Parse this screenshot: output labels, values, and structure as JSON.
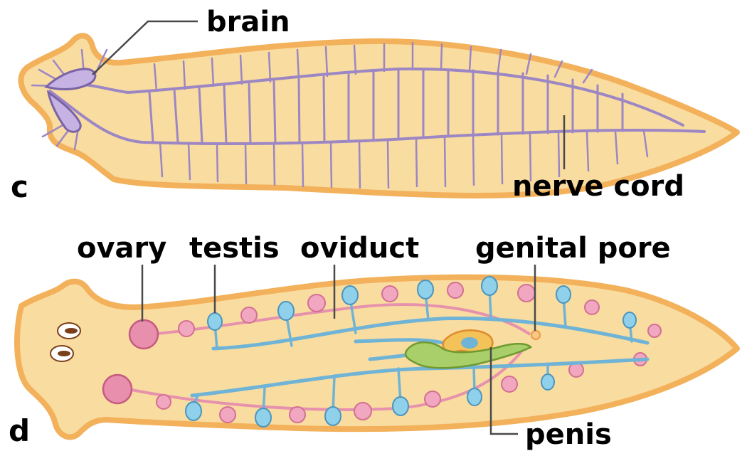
{
  "colors": {
    "body_fill": "#f9dca0",
    "body_edge": "#f2b15a",
    "nerve": "#9c86c4",
    "nerve_dark": "#7a64a6",
    "brain": "#c7b3e3",
    "duct": "#6fb4d6",
    "testis": "#8fd0ea",
    "ovary": "#e78fac",
    "oviduct": "#e692ad",
    "penis": "#a9cf6a",
    "genital": "#f0a24c",
    "eye": "#7a3f1a",
    "leader": "#4a4a4a"
  },
  "panel_c": {
    "letter": "c",
    "labels": {
      "brain": "brain",
      "nerve_cord": "nerve cord"
    }
  },
  "panel_d": {
    "letter": "d",
    "labels": {
      "ovary": "ovary",
      "testis": "testis",
      "oviduct": "oviduct",
      "genital_pore": "genital pore",
      "penis": "penis"
    }
  }
}
